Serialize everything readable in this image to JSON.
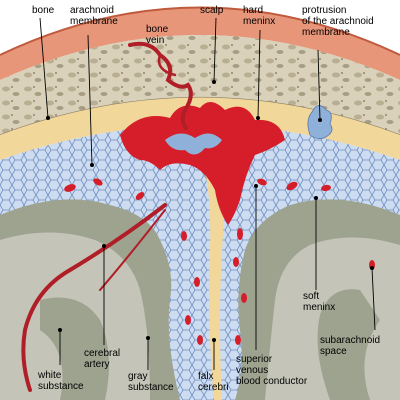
{
  "labels": {
    "bone": "bone",
    "arachnoid_membrane": "arachnoid\nmembrane",
    "bone_vein": "bone\nvein",
    "scalp": "scalp",
    "hard_meninx": "hard\nmeninx",
    "protrusion": "protrusion\nof the arachnoid\nmembrane",
    "soft_meninx": "soft\nmeninx",
    "subarachnoid_space": "subarachnoid\nspace",
    "cerebral_artery": "cerebral\nartery",
    "white_substance": "white\nsubstance",
    "gray_substance": "gray\nsubstance",
    "falx_cerebri": "falx\ncerebri",
    "superior_venous_blood_conductor": "superior\nvenous\nblood conductor"
  },
  "colors": {
    "scalp": "#e8967a",
    "bone": "#d8d0b8",
    "hard_meninx": "#f2d79a",
    "subarachnoid": "#c9d9ee",
    "gray_substance": "#9ea38f",
    "white_substance": "#c7c7bb",
    "blood": "#d61e2a",
    "vessel": "#b01e28",
    "protrusion": "#8fb0d8"
  }
}
